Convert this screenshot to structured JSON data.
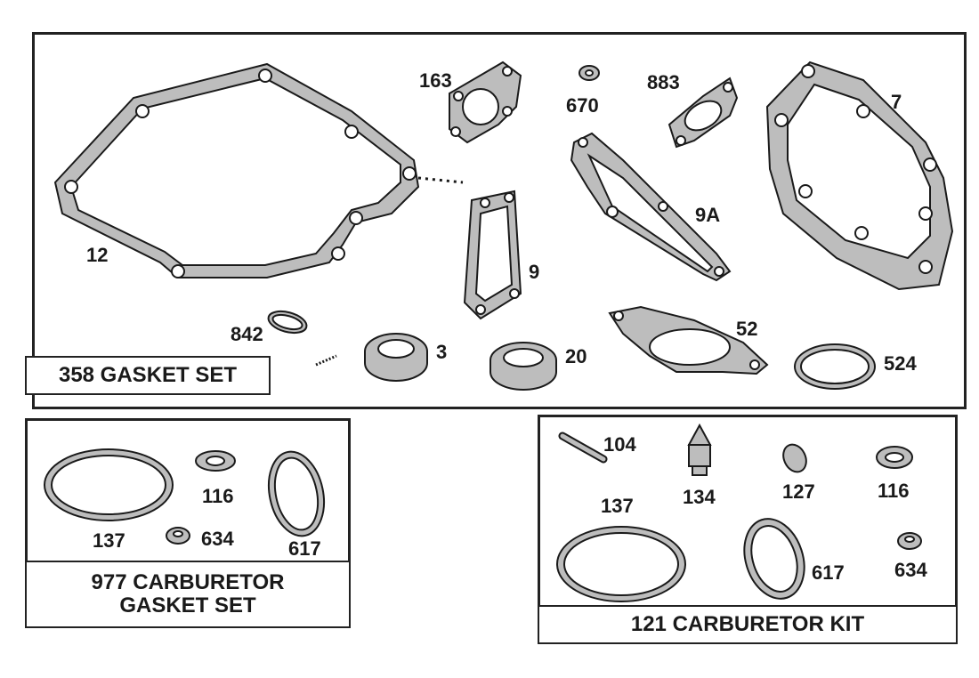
{
  "kits": {
    "gasket_set": {
      "title": "358 GASKET SET"
    },
    "carb_gasket_set": {
      "title_line1": "977 CARBURETOR",
      "title_line2": "GASKET SET"
    },
    "carb_kit": {
      "title": "121 CARBURETOR KIT"
    }
  },
  "parts": {
    "p12": "12",
    "p163": "163",
    "p670": "670",
    "p883": "883",
    "p7": "7",
    "p9a": "9A",
    "p9": "9",
    "p842": "842",
    "p3": "3",
    "p20": "20",
    "p52": "52",
    "p524": "524",
    "c137": "137",
    "c116": "116",
    "c634": "634",
    "c617": "617",
    "k104": "104",
    "k134": "134",
    "k127": "127",
    "k116": "116",
    "k137": "137",
    "k617": "617",
    "k634": "634"
  }
}
